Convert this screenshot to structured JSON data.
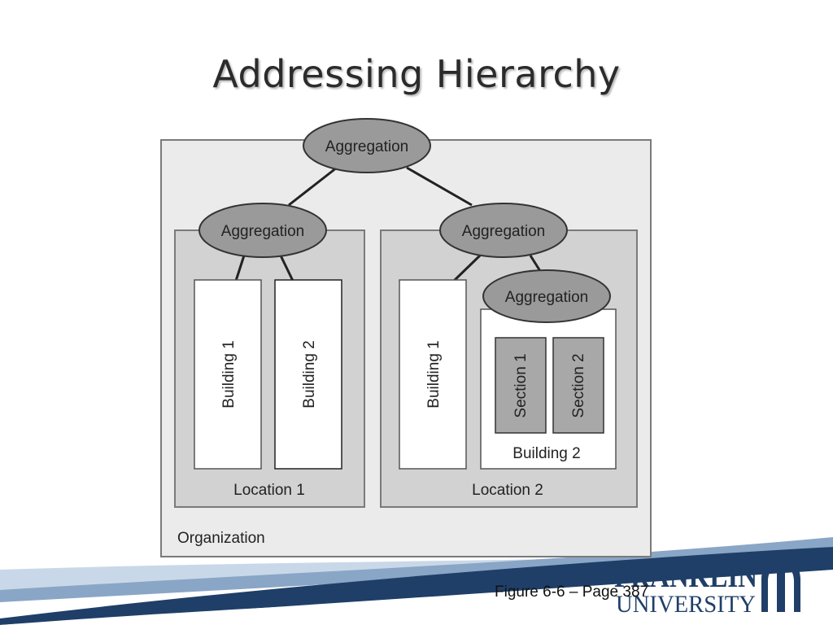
{
  "slide": {
    "title": "Addressing Hierarchy",
    "caption": "Figure 6-6 – Page 387"
  },
  "diagram": {
    "root_node": "Aggregation",
    "organization_label": "Organization",
    "location1": {
      "aggregation": "Aggregation",
      "building1": "Building 1",
      "building2": "Building 2",
      "label": "Location 1"
    },
    "location2": {
      "aggregation": "Aggregation",
      "building1": "Building 1",
      "building2_aggregation": "Aggregation",
      "section1": "Section 1",
      "section2": "Section 2",
      "building2_label": "Building 2",
      "label": "Location 2"
    }
  },
  "logo": {
    "line1": "FRANKLIN",
    "line2": "UNIVERSITY"
  },
  "colors": {
    "organization_fill": "#ebebeb",
    "location_fill": "#d2d2d2",
    "node_fill": "#9a9a9a",
    "section_fill": "#a8a8a8",
    "swoosh_dark": "#1f3f68",
    "swoosh_light": "#8aa6c6"
  }
}
